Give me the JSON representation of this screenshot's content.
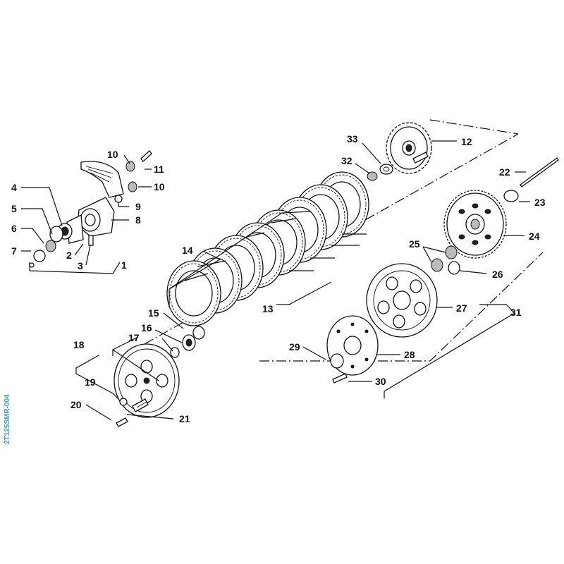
{
  "drawing_code": "2T125SMR-004",
  "labels": [
    "1",
    "2",
    "3",
    "4",
    "5",
    "6",
    "7",
    "8",
    "9",
    "10",
    "10",
    "11",
    "12",
    "13",
    "14",
    "15",
    "16",
    "17",
    "18",
    "19",
    "20",
    "21",
    "22",
    "23",
    "24",
    "25",
    "26",
    "27",
    "28",
    "29",
    "30",
    "31",
    "32",
    "33"
  ]
}
